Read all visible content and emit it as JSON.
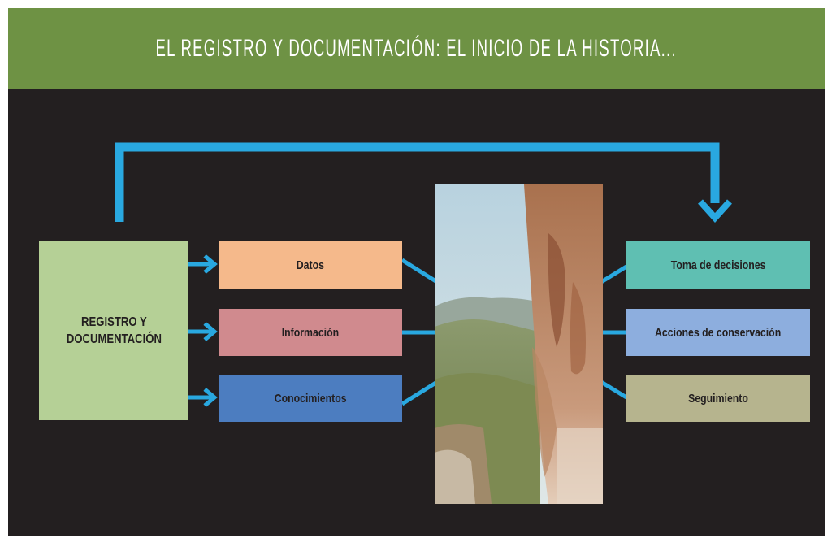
{
  "header": {
    "title": "EL REGISTRO Y DOCUMENTACIÓN: EL INICIO DE LA HISTORIA..."
  },
  "diagram": {
    "source_box": "REGISTRO Y\nDOCUMENTACIÓN",
    "middle_boxes": [
      "Datos",
      "Información",
      "Conocimientos"
    ],
    "right_boxes": [
      "Toma de decisiones",
      "Acciones de conservación",
      "Seguimiento"
    ]
  },
  "colors": {
    "banner": "#6e9244",
    "background": "#231f20",
    "connector": "#29a8e0",
    "source_box": "#b5d096",
    "datos": "#f5b98b",
    "informacion": "#d08a8e",
    "conocimientos": "#4c7dc0",
    "toma_de_decisiones": "#5fbfb2",
    "acciones_de_conservacion": "#8daede",
    "seguimiento": "#b6b48e"
  },
  "photo": {
    "icon": "landscape-rock-photo"
  }
}
